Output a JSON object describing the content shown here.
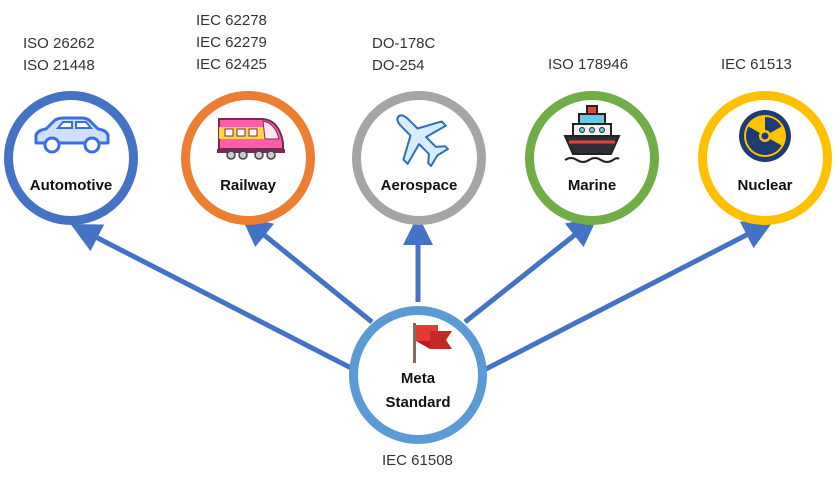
{
  "colors": {
    "arrow": "#4472c4",
    "automotive": "#4472c4",
    "railway": "#ed7d31",
    "aerospace": "#a5a5a5",
    "marine": "#70ad47",
    "nuclear": "#ffc000",
    "meta": "#5b9bd5"
  },
  "domains": [
    {
      "id": "automotive",
      "title": "Automotive",
      "icon": "car-icon",
      "standards": [
        "ISO 26262",
        "ISO 21448"
      ]
    },
    {
      "id": "railway",
      "title": "Railway",
      "icon": "train-icon",
      "standards": [
        "IEC 62278",
        "IEC 62279",
        "IEC 62425"
      ]
    },
    {
      "id": "aerospace",
      "title": "Aerospace",
      "icon": "airplane-icon",
      "standards": [
        "DO-178C",
        "DO-254"
      ]
    },
    {
      "id": "marine",
      "title": "Marine",
      "icon": "ship-icon",
      "standards": [
        "ISO 178946"
      ]
    },
    {
      "id": "nuclear",
      "title": "Nuclear",
      "icon": "radiation-icon",
      "standards": [
        "IEC 61513"
      ]
    }
  ],
  "meta": {
    "line1": "Meta",
    "line2": "Standard",
    "icon": "flag-icon",
    "standard": "IEC 61508"
  }
}
